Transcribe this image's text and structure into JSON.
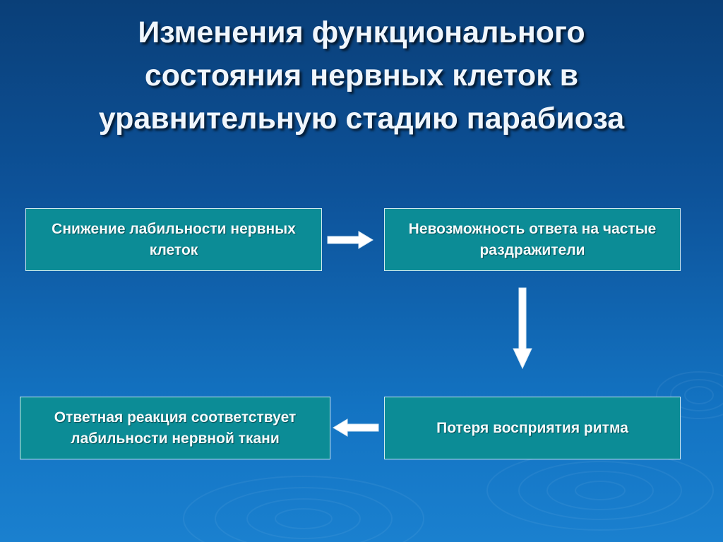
{
  "slide": {
    "title_lines": [
      "Изменения функционального",
      "состояния нервных клеток в",
      "уравнительную стадию парабиоза"
    ]
  },
  "boxes": {
    "decreased_lability": "Снижение лабильности нервных клеток",
    "no_response_to_frequent": "Невозможность ответа на частые раздражители",
    "rhythm_loss": "Потеря восприятия ритма",
    "response_matches_lability": "Ответная реакция соответствует лабильности нервной ткани"
  },
  "colors": {
    "background_top": "#0a3f78",
    "background_bottom": "#1a80cf",
    "box_fill": "#0c8c96",
    "box_border": "#d2ecef",
    "arrow": "#ffffff",
    "text": "#f4fafb"
  },
  "icons": {
    "arrow_1": "arrow-right-icon",
    "arrow_2": "arrow-down-icon",
    "arrow_3": "arrow-left-icon",
    "background": "water-ripple-decoration"
  }
}
